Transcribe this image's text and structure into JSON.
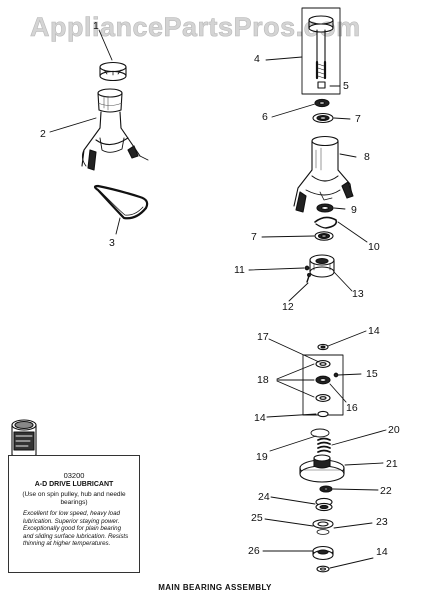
{
  "watermark": "AppliancePartsPros.com",
  "callouts": [
    {
      "id": "c1",
      "label": "1"
    },
    {
      "id": "c2",
      "label": "2"
    },
    {
      "id": "c3",
      "label": "3"
    },
    {
      "id": "c4",
      "label": "4"
    },
    {
      "id": "c5",
      "label": "5"
    },
    {
      "id": "c6",
      "label": "6"
    },
    {
      "id": "c7a",
      "label": "7"
    },
    {
      "id": "c8",
      "label": "8"
    },
    {
      "id": "c9",
      "label": "9"
    },
    {
      "id": "c7b",
      "label": "7"
    },
    {
      "id": "c10",
      "label": "10"
    },
    {
      "id": "c11",
      "label": "11"
    },
    {
      "id": "c12",
      "label": "12"
    },
    {
      "id": "c13",
      "label": "13"
    },
    {
      "id": "c14a",
      "label": "14"
    },
    {
      "id": "c17",
      "label": "17"
    },
    {
      "id": "c18",
      "label": "18"
    },
    {
      "id": "c15",
      "label": "15"
    },
    {
      "id": "c16",
      "label": "16"
    },
    {
      "id": "c14b",
      "label": "14"
    },
    {
      "id": "c20",
      "label": "20"
    },
    {
      "id": "c19",
      "label": "19"
    },
    {
      "id": "c21",
      "label": "21"
    },
    {
      "id": "c22",
      "label": "22"
    },
    {
      "id": "c24",
      "label": "24"
    },
    {
      "id": "c25",
      "label": "25"
    },
    {
      "id": "c23",
      "label": "23"
    },
    {
      "id": "c26",
      "label": "26"
    },
    {
      "id": "c14c",
      "label": "14"
    }
  ],
  "lubricant": {
    "code": "03200",
    "title": "A-D DRIVE LUBRICANT",
    "use": "(Use on spin pulley, hub and needle bearings)",
    "description": "Excellent for low speed, heavy load lubrication. Superior staying power. Exceptionally good for plain bearing and sliding surface lubrication. Resists thinning at higher temperatures."
  },
  "caption": "MAIN BEARING ASSEMBLY"
}
